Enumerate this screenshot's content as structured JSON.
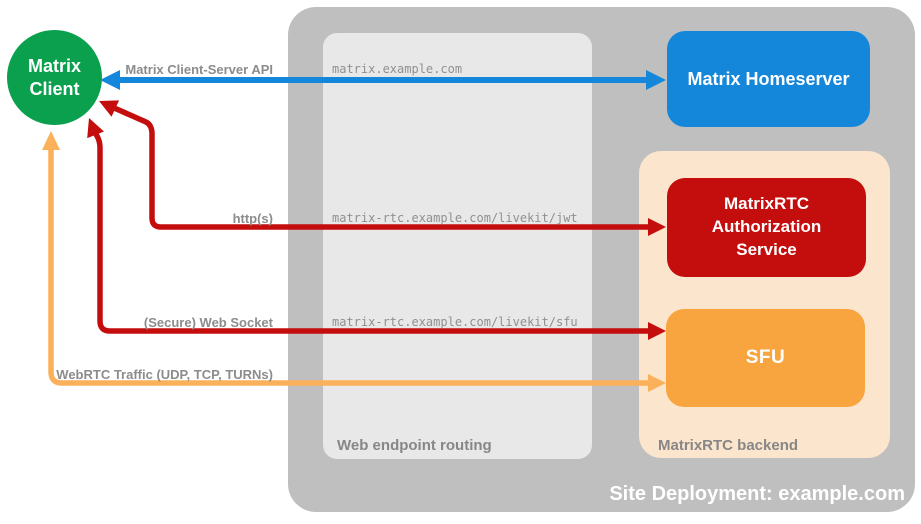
{
  "site": {
    "label": "Site Deployment: example.com",
    "bg_color": "#bfbfbf",
    "label_color": "#ffffff"
  },
  "client": {
    "label": "Matrix Client",
    "color": "#0aa04e"
  },
  "homeserver": {
    "label": "Matrix Homeserver",
    "color": "#1487db"
  },
  "routing": {
    "label": "Web endpoint routing",
    "bg_color": "#e8e8e8",
    "endpoints": [
      "matrix.example.com",
      "matrix-rtc.example.com/livekit/jwt",
      "matrix-rtc.example.com/livekit/sfu"
    ]
  },
  "backend": {
    "label": "MatrixRTC backend",
    "bg_color": "#fce5cd",
    "auth_service": {
      "label": "MatrixRTC Authorization Service",
      "color": "#c40d0d"
    },
    "sfu": {
      "label": "SFU",
      "color": "#f8a540"
    }
  },
  "arrows": [
    {
      "label": "Matrix Client-Server API",
      "color": "#1487db",
      "from": "Matrix Client",
      "to": "Matrix Homeserver",
      "via": "matrix.example.com",
      "bidirectional": true
    },
    {
      "label": "http(s)",
      "color": "#c40d0d",
      "from": "Matrix Client",
      "to": "MatrixRTC Authorization Service",
      "via": "matrix-rtc.example.com/livekit/jwt",
      "bidirectional": true
    },
    {
      "label": "(Secure) Web Socket",
      "color": "#c40d0d",
      "from": "Matrix Client",
      "to": "SFU",
      "via": "matrix-rtc.example.com/livekit/sfu",
      "bidirectional": true
    },
    {
      "label": "WebRTC Traffic (UDP, TCP, TURNs)",
      "color": "#fbb159",
      "from": "Matrix Client",
      "to": "SFU",
      "bidirectional": true
    }
  ]
}
